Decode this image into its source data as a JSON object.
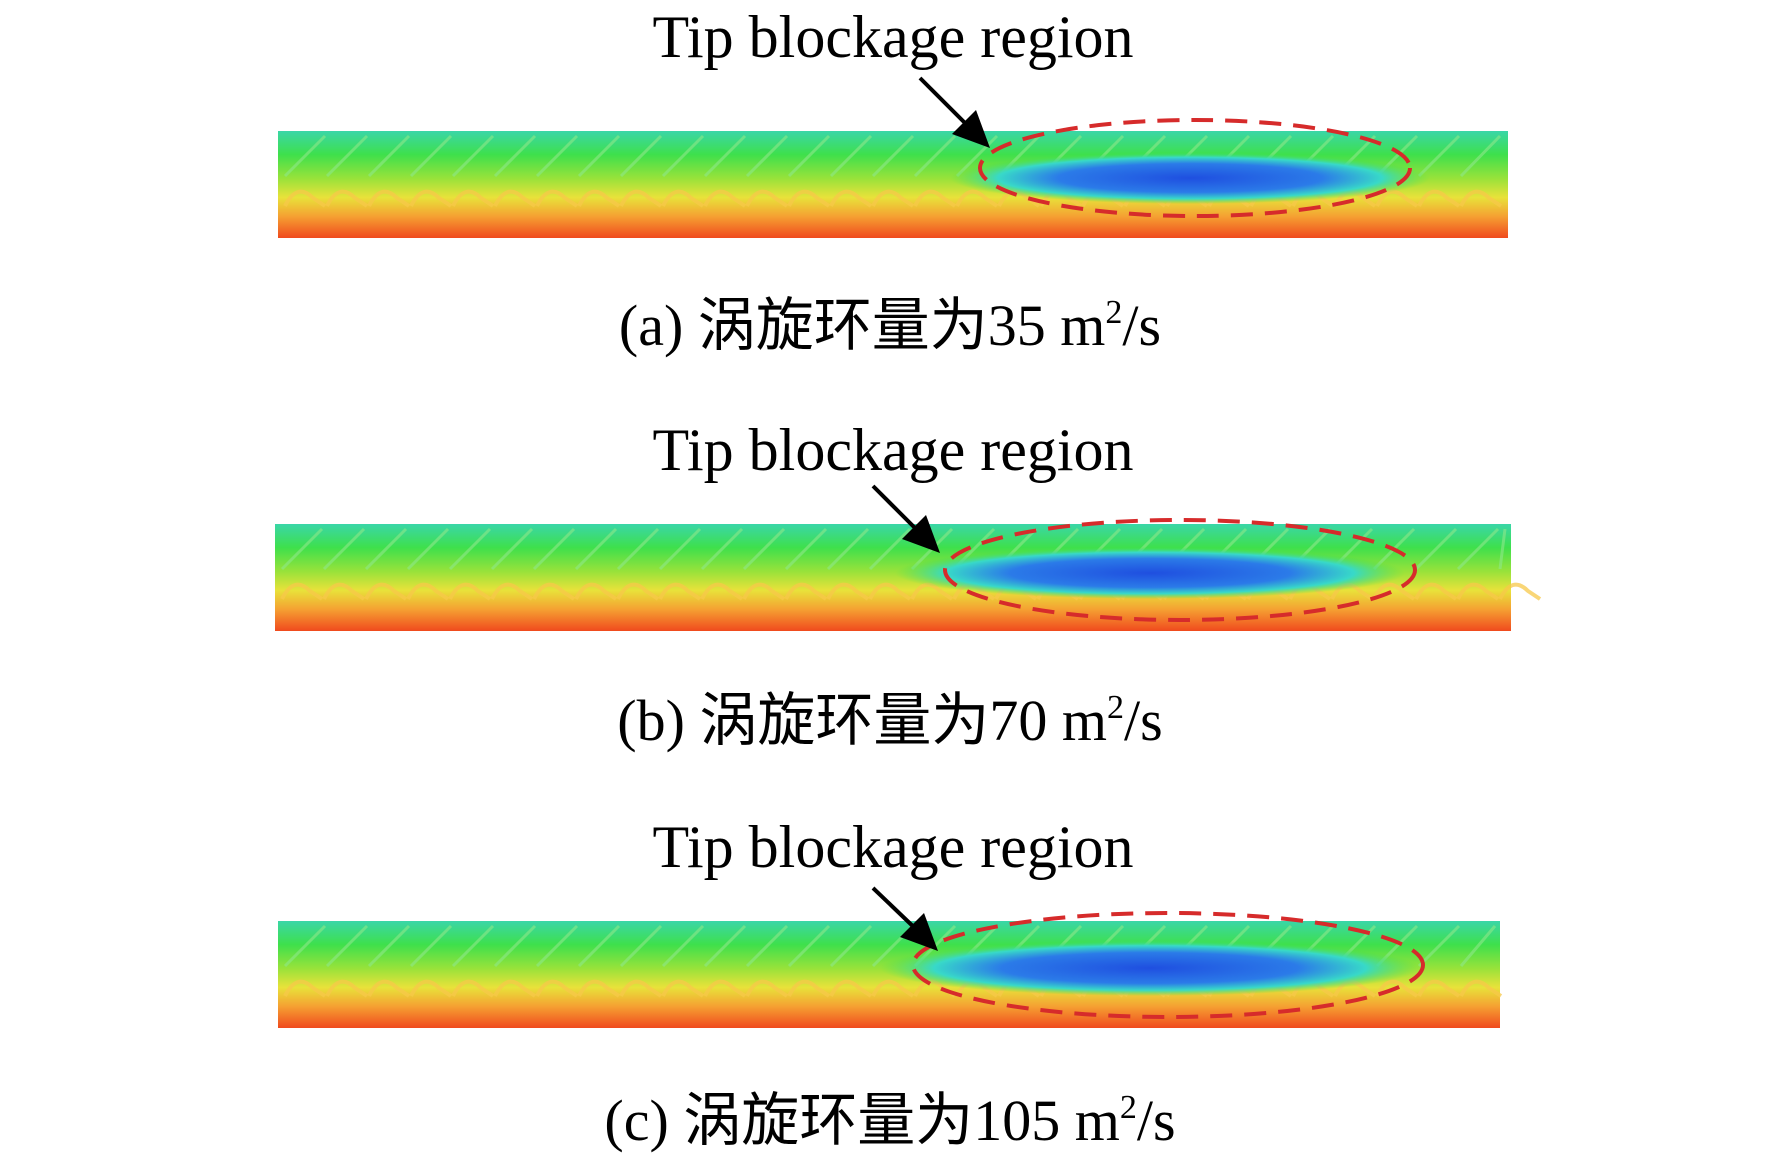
{
  "panels": [
    {
      "annotation": "Tip blockage region",
      "caption": {
        "prefix": "(a) 涡旋环量为35 m",
        "superscript": "2",
        "suffix": "/s"
      }
    },
    {
      "annotation": "Tip blockage region",
      "caption": {
        "prefix": "(b) 涡旋环量为70 m",
        "superscript": "2",
        "suffix": "/s"
      }
    },
    {
      "annotation": "Tip blockage region",
      "caption": {
        "prefix": "(c) 涡旋环量为105 m",
        "superscript": "2",
        "suffix": "/s"
      }
    }
  ],
  "colors": {
    "contour_high": "#f04a1e",
    "contour_midhigh": "#f5a032",
    "contour_mid": "#e8e23a",
    "contour_midlow": "#3ee04c",
    "contour_low": "#38d9c8",
    "blockage_core": "#1f4fe0",
    "ellipse_outline": "#d62b2b",
    "arrow": "#000000"
  }
}
